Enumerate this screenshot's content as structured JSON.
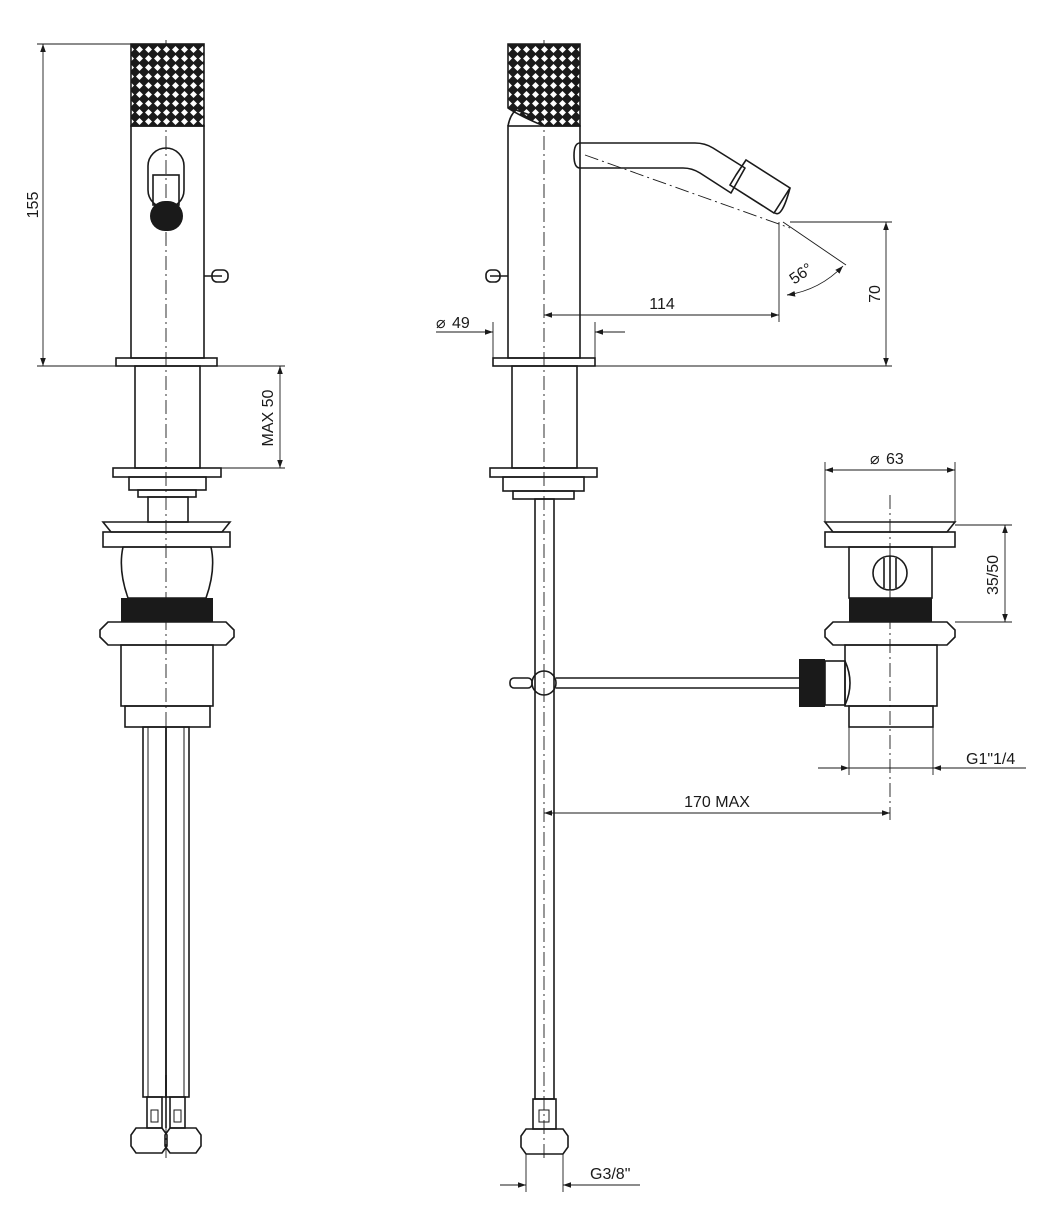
{
  "dimensions": {
    "height_155": "155",
    "max_50": "MAX 50",
    "dia_49": "49",
    "reach_114": "114",
    "angle_56": "56°",
    "height_70": "70",
    "dia_63": "63",
    "waste_35_50": "35/50",
    "thread_waste": "G1\"1/4",
    "rod_170": "170 MAX",
    "thread_hose": "G3/8\""
  },
  "symbols": {
    "diameter": "⌀"
  }
}
